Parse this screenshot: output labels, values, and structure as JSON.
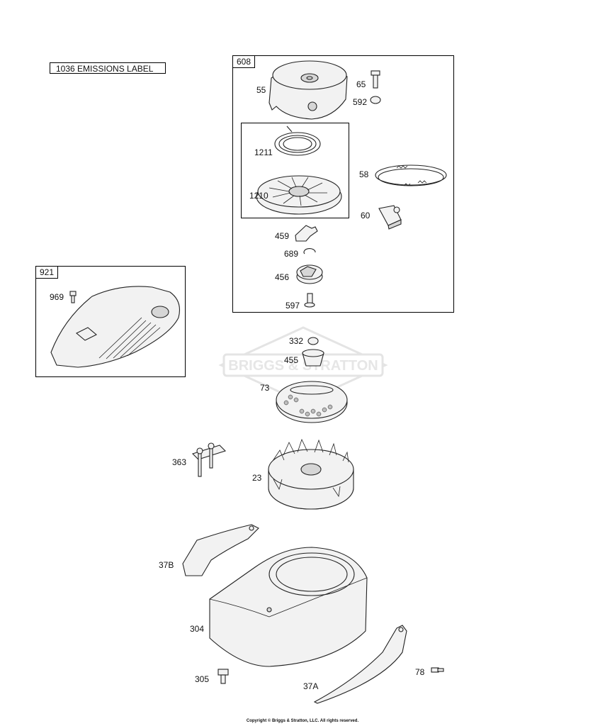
{
  "diagram": {
    "emissions_label": "1036 EMISSIONS LABEL",
    "kits": {
      "starter_kit": "608",
      "shroud_kit": "921"
    },
    "callouts": {
      "c55": "55",
      "c65": "65",
      "c592": "592",
      "c1211": "1211",
      "c1210": "1210",
      "c58": "58",
      "c60": "60",
      "c459": "459",
      "c689": "689",
      "c456": "456",
      "c597": "597",
      "c969": "969",
      "c332": "332",
      "c455": "455",
      "c73": "73",
      "c363": "363",
      "c23": "23",
      "c37b": "37B",
      "c304": "304",
      "c305": "305",
      "c37a": "37A",
      "c78": "78"
    },
    "watermark": "BRIGGS & STRATTON",
    "copyright": "Copyright © Briggs & Stratton, LLC. All rights reserved."
  }
}
